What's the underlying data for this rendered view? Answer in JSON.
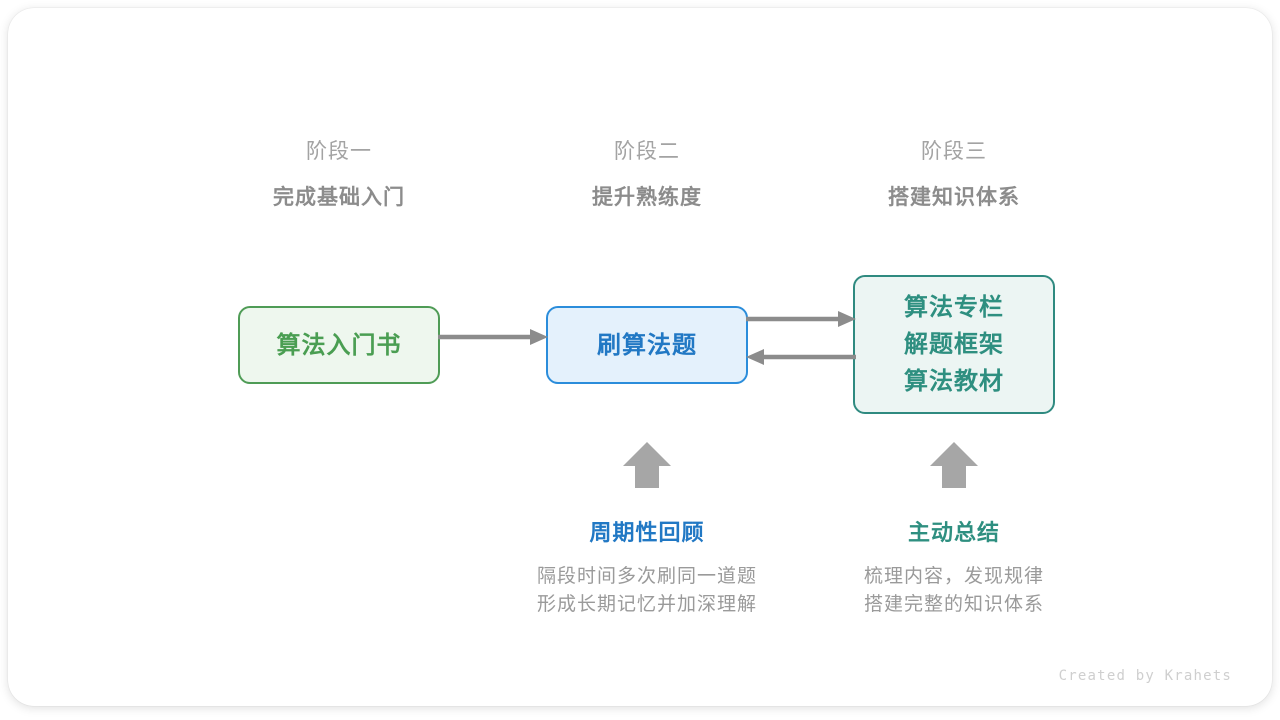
{
  "canvas": {
    "background": "#ffffff",
    "card_background": "#ffffff"
  },
  "colors": {
    "green": "#4a9e52",
    "green_fill": "#eef7ee",
    "blue": "#2178c4",
    "blue_border": "#2b8ddb",
    "blue_fill": "#e4f1fc",
    "teal": "#2e8f80",
    "teal_fill": "#ecf5f3",
    "arrow_gray": "#8c8c8c",
    "header_gray": "#a3a3a3",
    "header_bold_gray": "#8c8c8c",
    "body_gray": "#9a9a9a",
    "credit_gray": "#cfcfcf"
  },
  "stages": [
    {
      "sub": "阶段一",
      "main": "完成基础入门"
    },
    {
      "sub": "阶段二",
      "main": "提升熟练度"
    },
    {
      "sub": "阶段三",
      "main": "搭建知识体系"
    }
  ],
  "nodes": {
    "book": {
      "lines": [
        "算法入门书"
      ]
    },
    "practice": {
      "lines": [
        "刷算法题"
      ]
    },
    "resources": {
      "lines": [
        "算法专栏",
        "解题框架",
        "算法教材"
      ]
    }
  },
  "connectors": [
    {
      "name": "book-to-practice",
      "direction": "right"
    },
    {
      "name": "practice-to-resources",
      "direction": "right"
    },
    {
      "name": "resources-to-practice",
      "direction": "left"
    },
    {
      "name": "review-up",
      "direction": "up"
    },
    {
      "name": "summary-up",
      "direction": "up"
    }
  ],
  "notes": {
    "review": {
      "title": "周期性回顾",
      "desc": [
        "隔段时间多次刷同一道题",
        "形成长期记忆并加深理解"
      ]
    },
    "summary": {
      "title": "主动总结",
      "desc": [
        "梳理内容，发现规律",
        "搭建完整的知识体系"
      ]
    }
  },
  "credit": "Created by Krahets"
}
